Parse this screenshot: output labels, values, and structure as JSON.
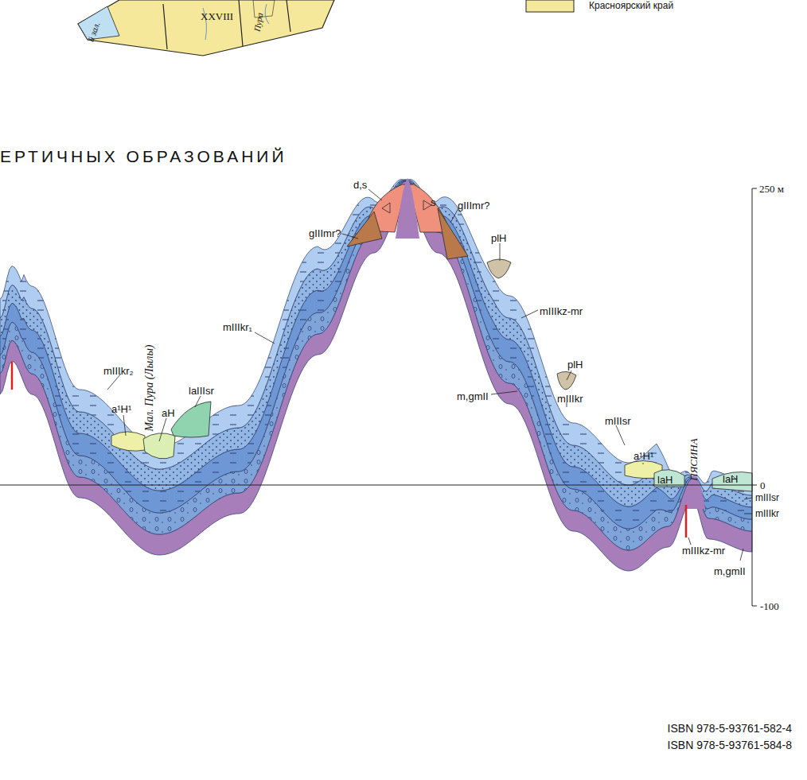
{
  "diagram": {
    "title": "ЕРТИЧНЫХ ОБРАЗОВАНИЙ",
    "labels": [
      "й зал.",
      "XXVIII",
      "Пура",
      "d,s",
      "s",
      "gIIImr?",
      "gIIImr?",
      "plH",
      "plH",
      "mIIIkz-mr",
      "mIIIkr₁",
      "mIIIkr₂",
      "a¹H¹",
      "aH",
      "laIIIsr",
      "Мал. Пура (Лылы)",
      "m,gmII",
      "mIIIkr",
      "mIIIsr",
      "a¹H¹",
      "laH",
      "ПЯСИНА",
      "laH",
      "mIIIsr",
      "mIIIkr",
      "mIIIkz-mr",
      "m,gmII",
      "250 м",
      "0",
      "-100",
      "ISBN 978-5-93761-582-4",
      "ISBN 978-5-93761-584-8"
    ],
    "legend": [
      {
        "text": "Красноярский край",
        "color": "#f6e89a"
      }
    ]
  }
}
